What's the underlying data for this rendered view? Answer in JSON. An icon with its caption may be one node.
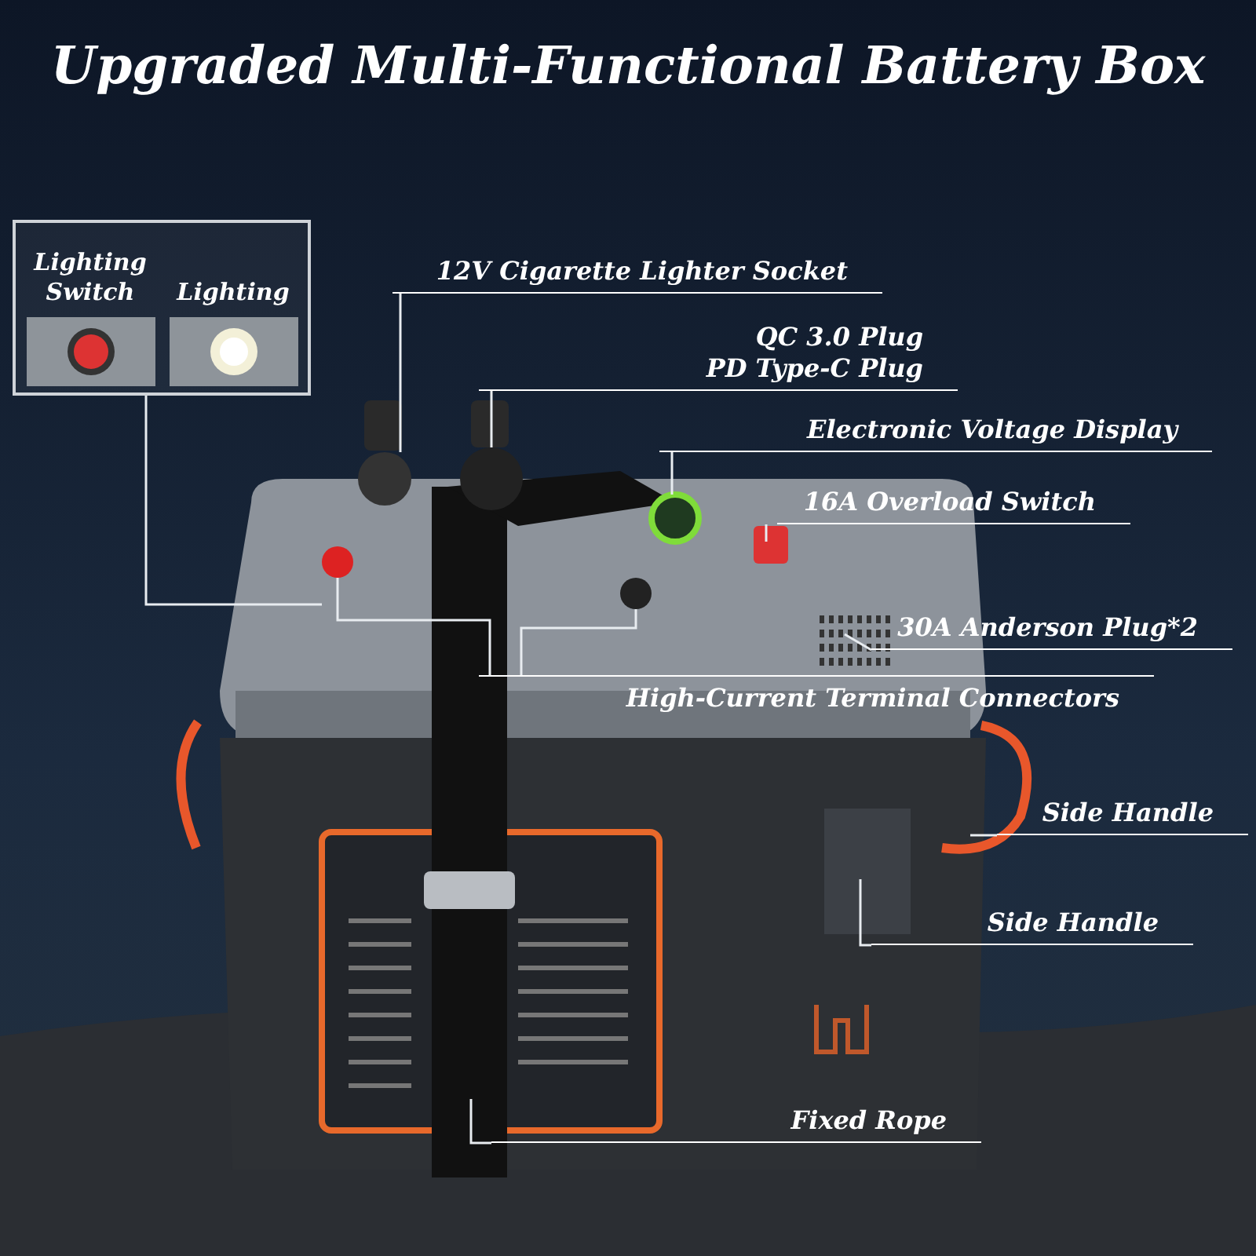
{
  "diagram": {
    "title": "Upgraded Multi-Functional Battery Box",
    "nodes": [
      {
        "text": [],
        "shape": "box"
      },
      {
        "text": [
          "Lighting Switch"
        ],
        "in": 0
      },
      {
        "text": [
          "Lighting"
        ],
        "in": 0
      },
      {
        "text": [
          "12V Cigarette Lighter Socket"
        ]
      },
      {
        "text": [
          "QC 3.0 Plug",
          "PD Type-C Plug"
        ]
      },
      {
        "text": [
          "Electronic Voltage Display"
        ]
      },
      {
        "text": [
          "16A Overload Switch"
        ]
      },
      {
        "text": [
          "30A Anderson Plug*2"
        ]
      },
      {
        "text": [
          "High-Current Terminal Connectors"
        ]
      },
      {
        "text": [
          "Side Handle"
        ]
      },
      {
        "text": [
          "Side Handle"
        ]
      },
      {
        "text": [
          "Fixed Rope"
        ]
      }
    ],
    "edges": [
      {
        "from": 0,
        "to": null,
        "arrow": "none"
      },
      {
        "from": 3,
        "to": null,
        "arrow": "none"
      },
      {
        "from": 4,
        "to": null,
        "arrow": "none"
      },
      {
        "from": 5,
        "to": null,
        "arrow": "none"
      },
      {
        "from": 6,
        "to": null,
        "arrow": "none"
      },
      {
        "from": 7,
        "to": null,
        "arrow": "none"
      },
      {
        "from": 8,
        "to": null,
        "arrow": "none"
      },
      {
        "from": 8,
        "to": null,
        "arrow": "none"
      },
      {
        "from": 9,
        "to": null,
        "arrow": "none"
      },
      {
        "from": 10,
        "to": null,
        "arrow": "none"
      },
      {
        "from": 11,
        "to": null,
        "arrow": "none"
      }
    ]
  }
}
